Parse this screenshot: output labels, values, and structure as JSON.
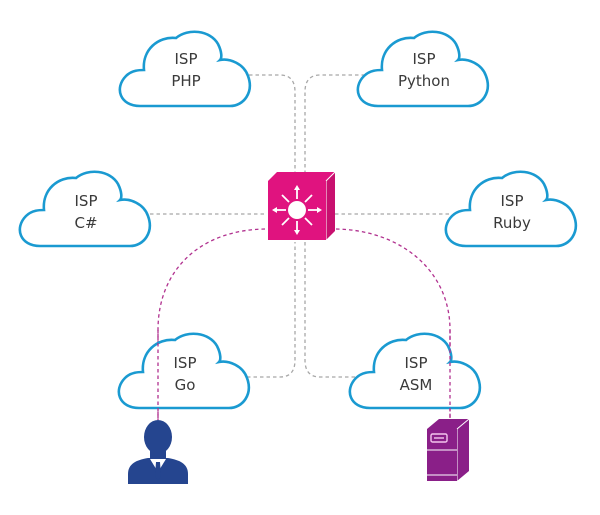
{
  "diagram": {
    "colors": {
      "cloud_stroke": "#1a9ad1",
      "gray_link": "#a8a8a8",
      "magenta_link": "#b1318f",
      "switch": "#e0137f",
      "switch_side": "#c8106f",
      "person": "#25458f",
      "server": "#8a1f88",
      "text": "#3a3a3a"
    },
    "central_node": {
      "name": "Layer 3 switch",
      "icon": "multilayer-switch-icon"
    },
    "clouds": [
      {
        "id": "php",
        "line1": "ISP",
        "line2": "PHP"
      },
      {
        "id": "python",
        "line1": "ISP",
        "line2": "Python"
      },
      {
        "id": "csharp",
        "line1": "ISP",
        "line2": "C#"
      },
      {
        "id": "ruby",
        "line1": "ISP",
        "line2": "Ruby"
      },
      {
        "id": "go",
        "line1": "ISP",
        "line2": "Go"
      },
      {
        "id": "asm",
        "line1": "ISP",
        "line2": "ASM"
      }
    ],
    "endpoints": [
      {
        "id": "user",
        "icon": "businessman-icon"
      },
      {
        "id": "server",
        "icon": "server-icon"
      }
    ]
  }
}
